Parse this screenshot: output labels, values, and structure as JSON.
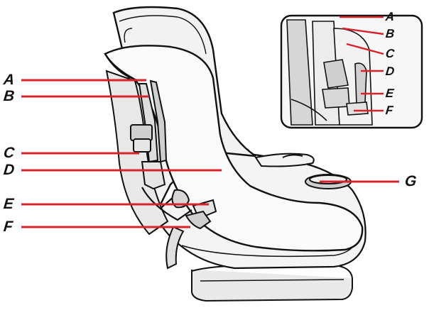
{
  "diagram": {
    "description_free": true,
    "colors": {
      "leader_line": "#d8232a",
      "outline": "#111111",
      "shade": "#cfcfcf",
      "background": "#ffffff"
    },
    "callouts_main": [
      "A",
      "B",
      "C",
      "D",
      "E",
      "F",
      "G"
    ],
    "callouts_inset": [
      "A",
      "B",
      "C",
      "D",
      "E",
      "F"
    ]
  }
}
